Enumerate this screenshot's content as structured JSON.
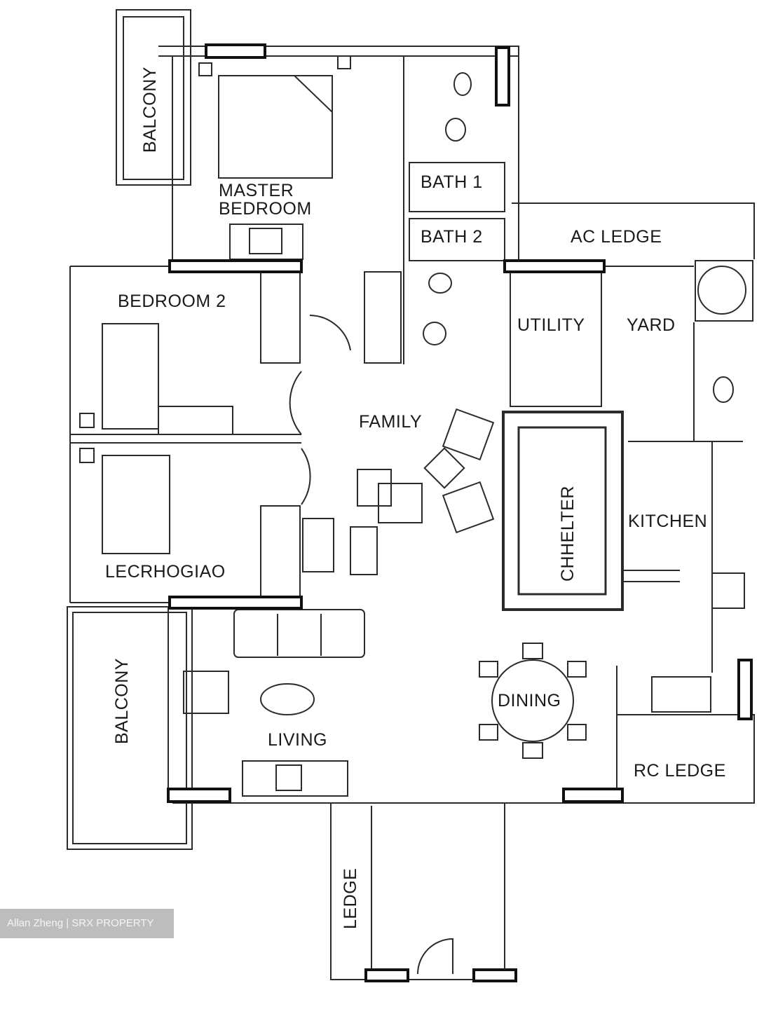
{
  "rooms": {
    "balcony_top": "BALCONY",
    "master_bedroom_1": "MASTER",
    "master_bedroom_2": "BEDROOM",
    "bath1": "BATH 1",
    "bath2": "BATH 2",
    "ac_ledge": "AC LEDGE",
    "bedroom2": "BEDROOM 2",
    "utility": "UTILITY",
    "yard": "YARD",
    "family": "FAMILY",
    "shelter": "CHHELTER",
    "kitchen": "KITCHEN",
    "bedroom3": "LECRHOGIAO",
    "balcony_bottom": "BALCONY",
    "living": "LIVING",
    "dining": "DINING",
    "rc_ledge": "RC LEDGE",
    "ledge": "LEDGE"
  },
  "watermark": "Allan Zheng | SRX PROPERTY",
  "colors": {
    "line": "#2b2b2b",
    "wall": "#111111",
    "watermark_bg": "#bdbdbd"
  }
}
